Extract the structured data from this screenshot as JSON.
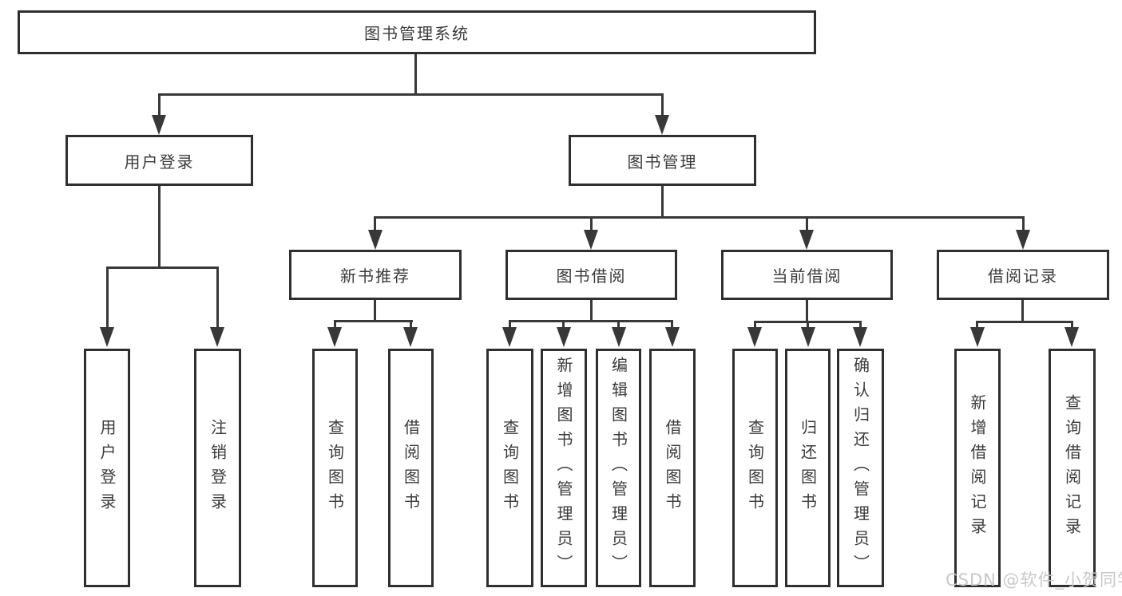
{
  "diagram": {
    "type": "tree",
    "title": "图书管理系统",
    "orientation": "top-down",
    "colors": {
      "line": "#383838",
      "box_border": "#2f2f2f",
      "box_fill": "#ffffff",
      "text": "#3b3b3b",
      "watermark_text_color": "#c8c8c8",
      "background": "#ffffff"
    },
    "tree": {
      "root": {
        "label": "图书管理系统",
        "children": [
          {
            "label": "用户登录",
            "children": [
              {
                "label": "用户登录"
              },
              {
                "label": "注销登录"
              }
            ]
          },
          {
            "label": "图书管理",
            "children": [
              {
                "label": "新书推荐",
                "children": [
                  {
                    "label": "查询图书"
                  },
                  {
                    "label": "借阅图书"
                  }
                ]
              },
              {
                "label": "图书借阅",
                "children": [
                  {
                    "label": "查询图书"
                  },
                  {
                    "label": "新增图书（管理员）"
                  },
                  {
                    "label": "编辑图书（管理员）"
                  },
                  {
                    "label": "借阅图书"
                  }
                ]
              },
              {
                "label": "当前借阅",
                "children": [
                  {
                    "label": "查询图书"
                  },
                  {
                    "label": "归还图书"
                  },
                  {
                    "label": "确认归还（管理员）"
                  }
                ]
              },
              {
                "label": "借阅记录",
                "children": [
                  {
                    "label": "新增借阅记录"
                  },
                  {
                    "label": "查询借阅记录"
                  }
                ]
              }
            ]
          }
        ]
      }
    },
    "watermark": "CSDN @软件_小贺同学"
  }
}
